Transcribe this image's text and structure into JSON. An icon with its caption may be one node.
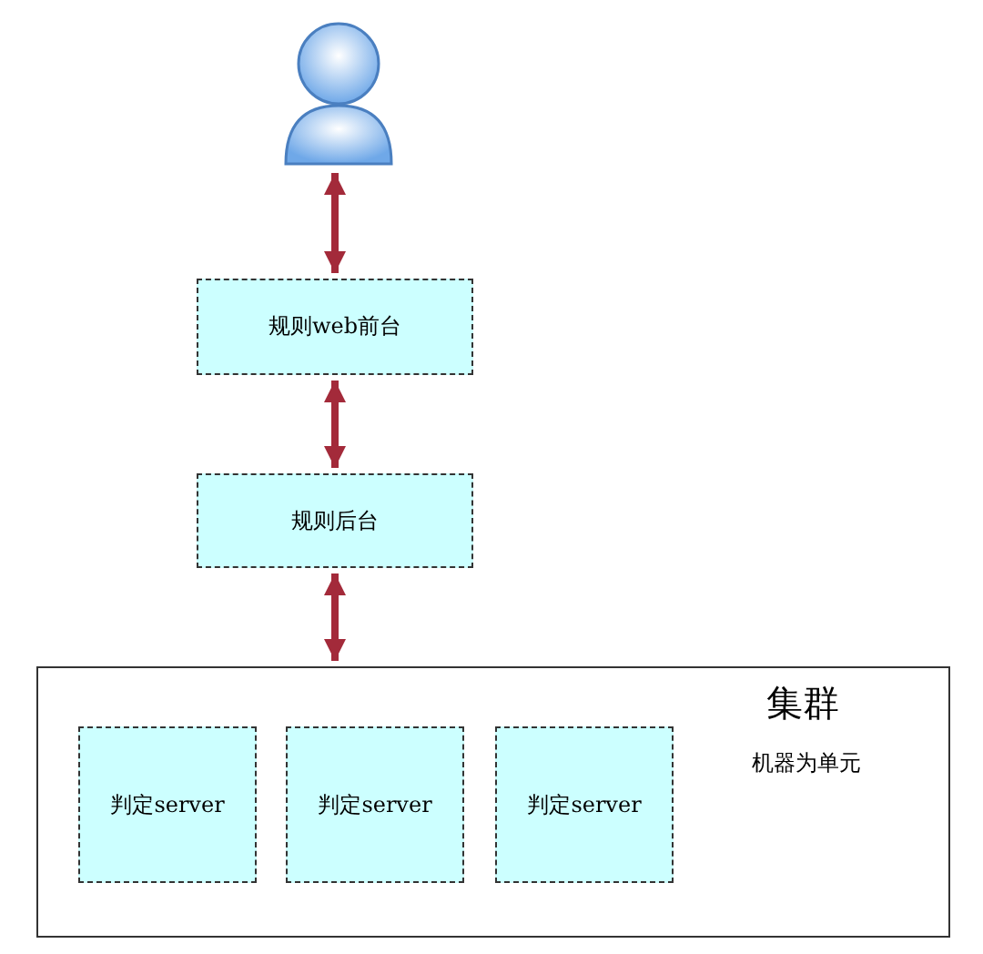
{
  "diagram": {
    "nodes": [
      {
        "text": [],
        "shape": "person"
      },
      {
        "text": [
          "规则web前台"
        ]
      },
      {
        "text": [
          "规则后台"
        ]
      },
      {
        "text": [
          "集群",
          "机器为单元"
        ]
      },
      {
        "text": [
          "判定server"
        ],
        "in": 3
      },
      {
        "text": [
          "判定server"
        ],
        "in": 3
      },
      {
        "text": [
          "判定server"
        ],
        "in": 3
      }
    ],
    "edges": [
      {
        "from": 0,
        "to": 1,
        "arrow": "both"
      },
      {
        "from": 1,
        "to": 2,
        "arrow": "both"
      },
      {
        "from": 2,
        "to": 3,
        "arrow": "both"
      }
    ]
  }
}
